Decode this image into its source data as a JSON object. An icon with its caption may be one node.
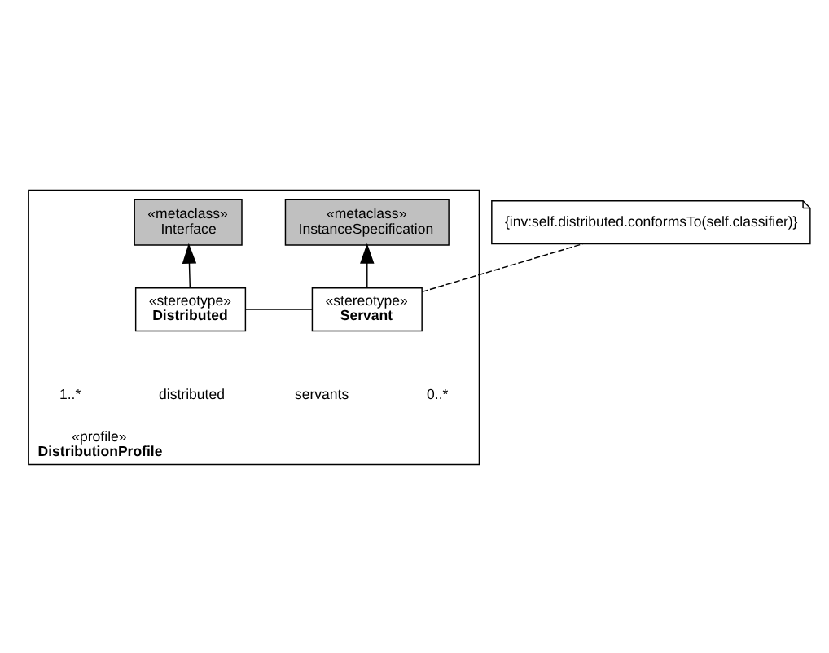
{
  "diagram": {
    "nodes": [
      {
        "text": [
          "«profile»",
          "DistributionProfile"
        ]
      },
      {
        "text": [
          "«metaclass»",
          "Interface"
        ],
        "in": 0
      },
      {
        "text": [
          "«metaclass»",
          "InstanceSpecification"
        ],
        "in": 0
      },
      {
        "text": [
          "«stereotype»",
          "Distributed"
        ],
        "in": 0
      },
      {
        "text": [
          "«stereotype»",
          "Servant"
        ],
        "in": 0
      },
      {
        "text": [
          "{inv:self.distributed.conformsTo(self.classifier)}"
        ]
      }
    ],
    "edges": [
      {
        "from": 3,
        "to": 1,
        "arrow": "to"
      },
      {
        "from": 4,
        "to": 2,
        "arrow": "to"
      },
      {
        "from": 3,
        "to": 4,
        "arrow": "none"
      },
      {
        "from": 4,
        "to": 5,
        "arrow": "none",
        "style": "dashed"
      }
    ],
    "labels": [
      "distributed",
      "0..*",
      "1..*",
      "servants"
    ]
  }
}
